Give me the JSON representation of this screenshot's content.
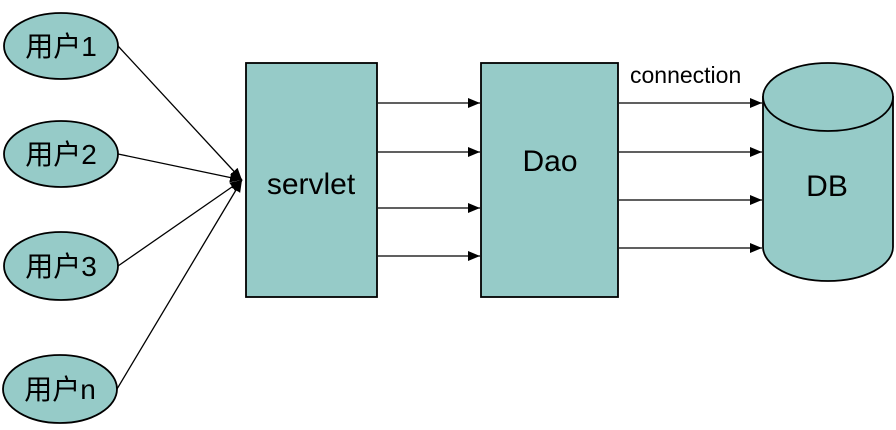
{
  "colors": {
    "node_fill": "#96cbc8",
    "stroke": "#000000",
    "background": "#ffffff"
  },
  "users": [
    {
      "label": "用户1"
    },
    {
      "label": "用户2"
    },
    {
      "label": "用户3"
    },
    {
      "label": "用户n"
    }
  ],
  "servlet": {
    "label": "servlet"
  },
  "dao": {
    "label": "Dao"
  },
  "db": {
    "label": "DB"
  },
  "connection_label": "connection"
}
